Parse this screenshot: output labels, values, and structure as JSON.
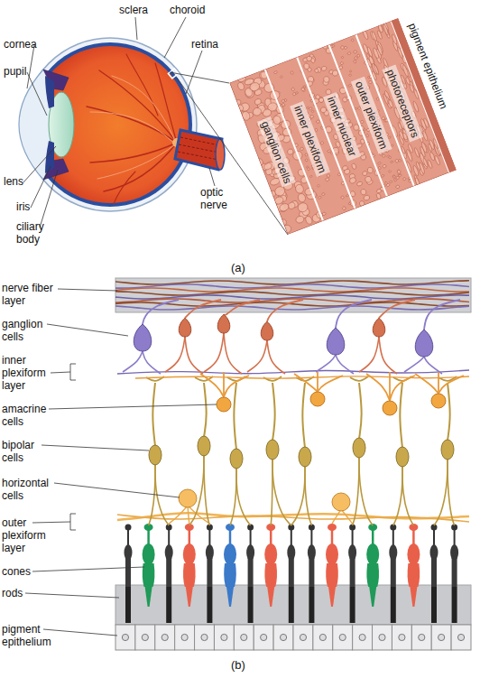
{
  "diagram": {
    "nodes": [
      {
        "text": [
          "pigment epithelium"
        ]
      },
      {
        "text": [
          "photoreceptors"
        ]
      },
      {
        "text": [
          "outer plexiform"
        ]
      },
      {
        "text": [
          "inner nuclear"
        ]
      },
      {
        "text": [
          "inner plexiform"
        ]
      },
      {
        "text": [
          "ganglion cells"
        ]
      }
    ],
    "labels": [
      "sclera",
      "choroid",
      "cornea",
      "retina",
      "pupil",
      "lens",
      "iris",
      "ciliary body",
      "optic nerve",
      "(a)",
      "nerve fiber layer",
      "ganglion cells",
      "inner plexiform layer",
      "amacrine cells",
      "bipolar cells",
      "horizontal cells",
      "outer plexiform layer",
      "cones",
      "rods",
      "pigment epithelium",
      "(b)"
    ]
  }
}
